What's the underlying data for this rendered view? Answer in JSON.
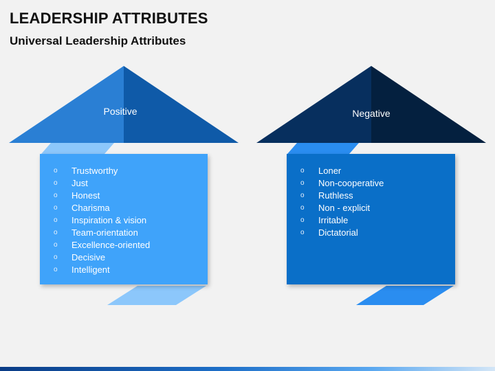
{
  "header": {
    "title": "LEADERSHIP ATTRIBUTES",
    "subtitle": "Universal Leadership Attributes"
  },
  "positive": {
    "label": "Positive",
    "items": [
      "Trustworthy",
      "Just",
      "Honest",
      "Charisma",
      "Inspiration & vision",
      "Team-orientation",
      "Excellence-oriented",
      "Decisive",
      "Intelligent"
    ]
  },
  "negative": {
    "label": "Negative",
    "items": [
      "Loner",
      "Non-cooperative",
      "Ruthless",
      "Non - explicit",
      "Irritable",
      "Dictatorial"
    ]
  },
  "bullet_glyph": "o",
  "colors": {
    "positive_roof_left": "#2a7fd4",
    "positive_roof_right": "#0f5aa8",
    "positive_card": "#3fa3fa",
    "positive_ribbon": "#8cc7fb",
    "negative_roof_left": "#072f5e",
    "negative_roof_right": "#04203f",
    "negative_card": "#0a6fc8",
    "negative_ribbon": "#2a8df0"
  }
}
